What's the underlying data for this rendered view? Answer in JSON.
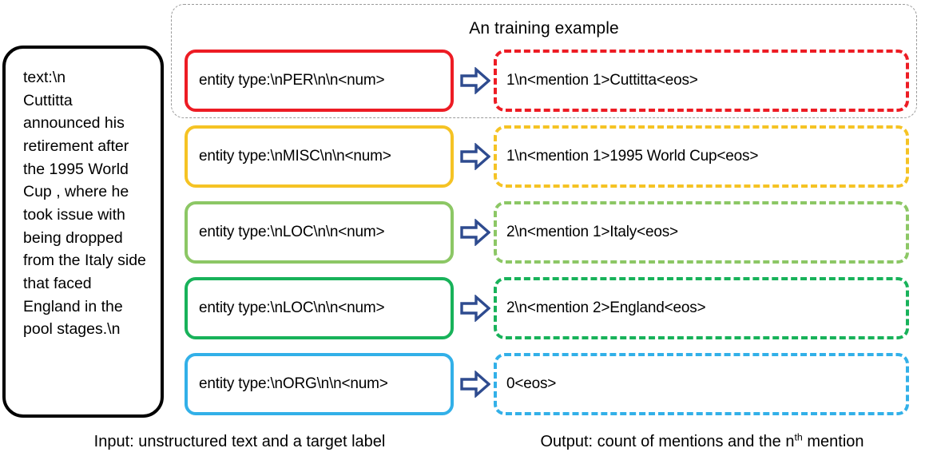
{
  "example_label": "An training example",
  "source_text": "text:\\n\nCuttitta announced his retirement after the 1995 World Cup , where he took issue with being dropped from the Italy side that faced England in the pool stages.\\n",
  "footer": {
    "input": "Input: unstructured text and a target label",
    "output_prefix": "Output: count of mentions and the n",
    "output_sup": "th",
    "output_suffix": " mention"
  },
  "arrow_icon": "right-block-arrow-icon",
  "arrow_color": "#2e4b8f",
  "container_border_color": "#9a9a9a",
  "text_box_border_color": "#000000",
  "rows": [
    {
      "entity_type": "PER",
      "color": "#ED1C24",
      "input": "entity type:\\nPER\\n\\n<num>",
      "output": "1\\n<mention 1>Cuttitta<eos>",
      "count": "1",
      "mention_index": "1",
      "mention_text": "Cuttitta"
    },
    {
      "entity_type": "MISC",
      "color": "#F5C324",
      "input": "entity type:\\nMISC\\n\\n<num>",
      "output": "1\\n<mention 1>1995 World Cup<eos>",
      "count": "1",
      "mention_index": "1",
      "mention_text": "1995 World Cup"
    },
    {
      "entity_type": "LOC",
      "color": "#8CC765",
      "input": "entity type:\\nLOC\\n\\n<num>",
      "output": "2\\n<mention 1>Italy<eos>",
      "count": "2",
      "mention_index": "1",
      "mention_text": "Italy"
    },
    {
      "entity_type": "LOC",
      "color": "#18B25A",
      "input": "entity type:\\nLOC\\n\\n<num>",
      "output": "2\\n<mention 2>England<eos>",
      "count": "2",
      "mention_index": "2",
      "mention_text": "England"
    },
    {
      "entity_type": "ORG",
      "color": "#32B0E8",
      "input": "entity type:\\nORG\\n\\n<num>",
      "output": "0<eos>",
      "count": "0",
      "mention_index": "",
      "mention_text": ""
    }
  ]
}
